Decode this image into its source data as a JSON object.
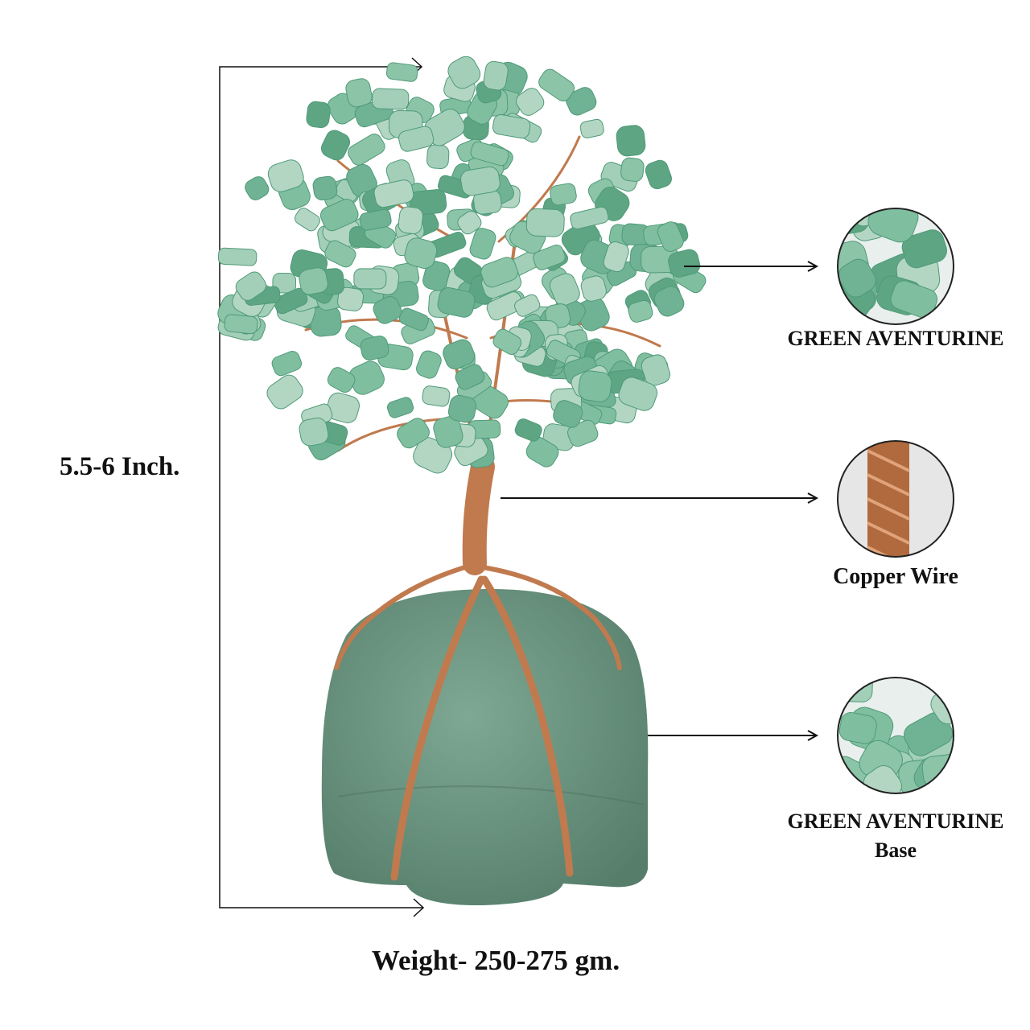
{
  "height_label": "5.5-6 Inch.",
  "weight_label": "Weight- 250-275 gm.",
  "callouts": [
    {
      "title": "GREEN AVENTURINE",
      "subtitle": "",
      "icon": "green-aventurine-chips-icon"
    },
    {
      "title": "Copper Wire",
      "subtitle": "",
      "icon": "copper-wire-icon"
    },
    {
      "title": "GREEN AVENTURINE",
      "subtitle": "Base",
      "icon": "green-aventurine-base-icon"
    }
  ],
  "colors": {
    "stone": "#7fbfa0",
    "stone_dark": "#4f9a78",
    "base": "#6e9a84",
    "copper": "#c07a4e",
    "line": "#111111"
  }
}
